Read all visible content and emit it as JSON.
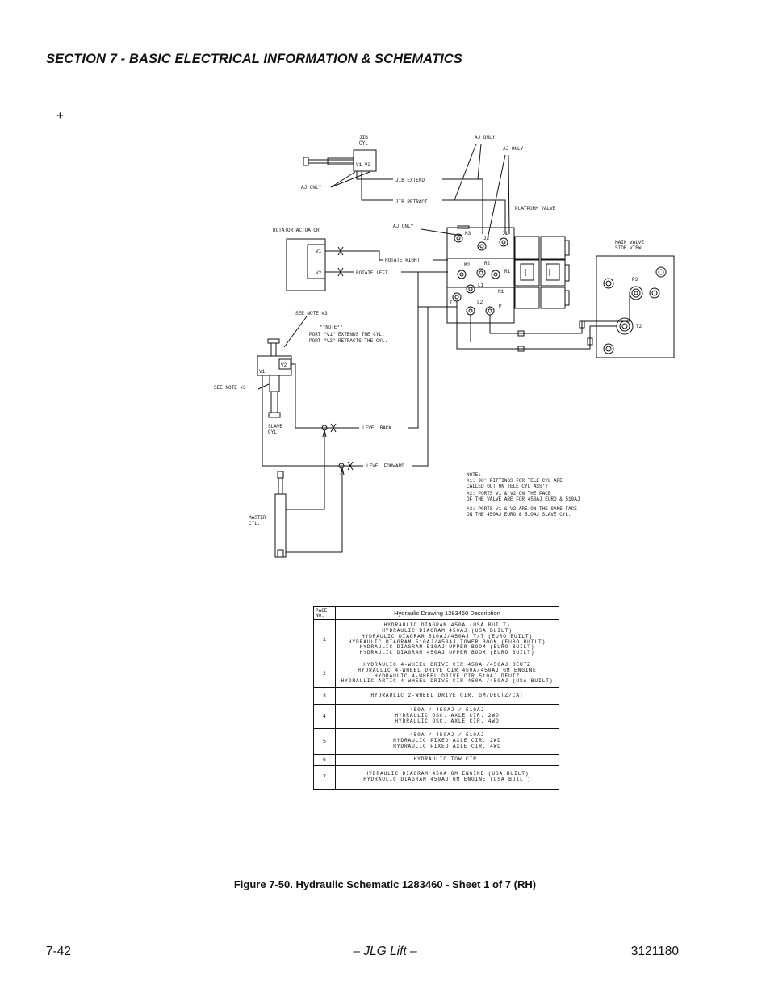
{
  "header": {
    "section_title": "SECTION 7 - BASIC ELECTRICAL INFORMATION & SCHEMATICS"
  },
  "corner_mark": "+",
  "schematic": {
    "labels": {
      "jib_cyl": "JIB",
      "jib_cyl2": "CYL",
      "v1v2": "V1 V2",
      "aj_only_left": "AJ ONLY",
      "aj_only_top1": "AJ ONLY",
      "aj_only_top2": "AJ ONLY",
      "jib_extend": "JIB EXTEND",
      "jib_retract": "JIB RETRACT",
      "platform_valve": "PLATFORM VALVE",
      "aj_only_mid": "AJ ONLY",
      "rotator_actuator": "ROTATOR ACTUATOR",
      "rot_v1": "V1",
      "rot_v2": "V2",
      "rotate_right": "ROTATE RIGHT",
      "rotate_left": "ROTATE LEFT",
      "port_m3": "M3",
      "port_j2": "J2",
      "port_j1": "J1",
      "port_m2": "M2",
      "port_r2": "R2",
      "port_r1": "R1",
      "port_l1": "L1",
      "port_m1": "M1",
      "port_t": "T",
      "port_l2": "L2",
      "port_p": "P",
      "main_valve1": "MAIN VALVE",
      "main_valve2": "SIDE VIEW",
      "port_p3": "P3",
      "port_t2": "T2",
      "see_note_3_top": "SEE NOTE #3",
      "note_head": "**NOTE**",
      "note_v1": "PORT  \"V1\" EXTENDS THE CYL.",
      "note_v2": "PORT  \"V2\" RETRACTS THE CYL.",
      "slave_v2": "V2",
      "slave_v1": "V1",
      "see_note_3_left": "SEE NOTE #3",
      "slave_cyl1": "SLAVE",
      "slave_cyl2": "CYL.",
      "level_back": "LEVEL BACK",
      "level_forward": "LEVEL FORWARD",
      "master_cyl1": "MASTER",
      "master_cyl2": "CYL.",
      "notes_title": "NOTE:",
      "note_1a": "#1: 90° FITTINGS FOR TELE CYL ARE",
      "note_1b": "CALLED OUT ON TELE CYL ASS'Y",
      "note_2a": "#2: PORTS V1 & V2 ON THE FACE",
      "note_2b": "OF THE VALVE ARE FOR 450AJ EURO & 510AJ",
      "note_3a": "#3: PORTS V1 & V2 ARE ON THE SAME FACE",
      "note_3b": "ON THE 450AJ EURO & 510AJ SLAVE CYL."
    }
  },
  "page_table": {
    "header_page": [
      "PAGE",
      "NO."
    ],
    "header_desc": "Hydraulic Drawing 1283460 Description",
    "rows": [
      {
        "page": "1",
        "lines": [
          "HYDRAULIC DIAGRAM 450A (USA BUILT)",
          "HYDRAULIC DIAGRAM 450AJ (USA BUILT)",
          "HYDRAULIC DIAGRAM 510AJ/450AJ T/T (EURO BUILT)",
          "HYDRAULIC DIAGRAM 510AJ/450AJ TOWER BOOM (EURO BUILT)",
          "HYDRAULIC DIAGRAM 510AJ UPPER BOOM (EURO BUILT)",
          "HYDRAULIC DIAGRAM 450AJ UPPER BOOM (EURO BUILT)"
        ]
      },
      {
        "page": "2",
        "lines": [
          "HYDRAULIC 4-WHEEL DRIVE CIR 450A /450AJ DEUTZ",
          "HYDRAULIC 4-WHEEL DRIVE CIR 450A/450AJ GM ENGINE",
          "HYDRAULIC 4-WHEEL DRIVE CIR 510AJ DEUTZ",
          "HYDRAULIC ARTIC 4-WHEEL DRIVE CIR 450A /450AJ (USA BUILT)"
        ]
      },
      {
        "page": "3",
        "lines": [
          "HYDRAULIC 2-WHEEL DRIVE CIR. GM/DEUTZ/CAT"
        ]
      },
      {
        "page": "4",
        "lines": [
          "450A / 450AJ / 510AJ",
          "HYDRAULIC OSC. AXLE CIR. 2WD",
          "HYDRAULIC OSC. AXLE CIR. 4WD"
        ]
      },
      {
        "page": "5",
        "lines": [
          "450A / 450AJ / 510AJ",
          "HYDRAULIC FIXED AXLE CIR. 2WD",
          "HYDRAULIC FIXED AXLE CIR. 4WD"
        ]
      },
      {
        "page": "6",
        "lines": [
          "HYDRAULIC TOW CIR."
        ]
      },
      {
        "page": "7",
        "lines": [
          "HYDRAULIC DIAGRAM 450A GM ENGINE (USA BUILT)",
          "HYDRAULIC DIAGRAM 450AJ GM ENGINE (USA BUILT)"
        ]
      }
    ]
  },
  "caption": "Figure 7-50.  Hydraulic Schematic 1283460 - Sheet 1 of 7 (RH)",
  "footer": {
    "page_number": "7-42",
    "center": "– JLG Lift –",
    "doc_number": "3121180"
  }
}
